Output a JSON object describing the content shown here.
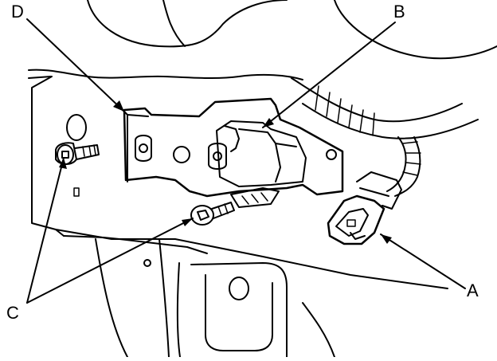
{
  "callouts": {
    "a": "A",
    "b": "B",
    "c": "C",
    "d": "D"
  },
  "colors": {
    "ink": "#000000",
    "paper": "#ffffff"
  },
  "parts": {
    "connector": "connector",
    "bracket": "bracket",
    "bolts": "bolt",
    "sensor": "sensor"
  }
}
